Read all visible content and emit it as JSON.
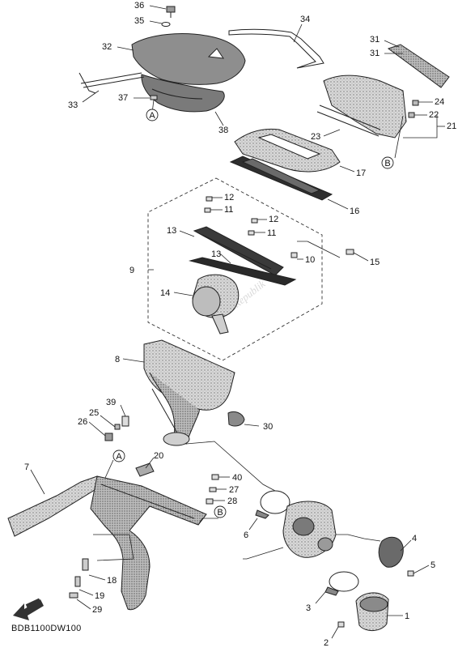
{
  "diagram": {
    "watermark": "PartsRepublik",
    "footer_code": "BDB1100DW100",
    "ref_a": "A",
    "ref_b": "B",
    "labels": {
      "l1": "1",
      "l2": "2",
      "l3": "3",
      "l4": "4",
      "l5": "5",
      "l6": "6",
      "l7": "7",
      "l8": "8",
      "l9": "9",
      "l10": "10",
      "l11a": "11",
      "l11b": "11",
      "l12a": "12",
      "l12b": "12",
      "l13a": "13",
      "l13b": "13",
      "l14": "14",
      "l15": "15",
      "l16": "16",
      "l17": "17",
      "l18": "18",
      "l19": "19",
      "l20": "20",
      "l21": "21",
      "l22": "22",
      "l23": "23",
      "l24": "24",
      "l25": "25",
      "l26": "26",
      "l27": "27",
      "l28": "28",
      "l29": "29",
      "l30": "30",
      "l31a": "31",
      "l31b": "31",
      "l32": "32",
      "l33": "33",
      "l34": "34",
      "l35": "35",
      "l36": "36",
      "l37": "37",
      "l38": "38",
      "l39": "39",
      "l40": "40"
    }
  }
}
